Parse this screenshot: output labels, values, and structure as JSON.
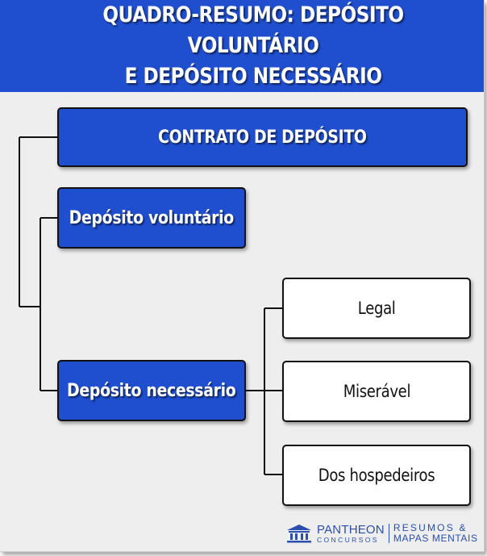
{
  "header": {
    "title_line1": "QUADRO-RESUMO: DEPÓSITO VOLUNTÁRIO",
    "title_line2": "E DEPÓSITO NECESSÁRIO"
  },
  "diagram": {
    "root": "CONTRATO DE DEPÓSITO",
    "branches": [
      {
        "label": "Depósito voluntário",
        "children": []
      },
      {
        "label": "Depósito necessário",
        "children": [
          "Legal",
          "Miserável",
          "Dos hospedeiros"
        ]
      }
    ]
  },
  "logo": {
    "brand": "PANTHEON",
    "sub": "CONCURSOS",
    "tagline1": "RESUMOS &",
    "tagline2": "MAPAS MENTAIS",
    "icon": "temple-icon"
  },
  "colors": {
    "primary_blue": "#1f4fcf",
    "frame_background": "#eeeeee",
    "logo_blue": "#2a4fae"
  }
}
